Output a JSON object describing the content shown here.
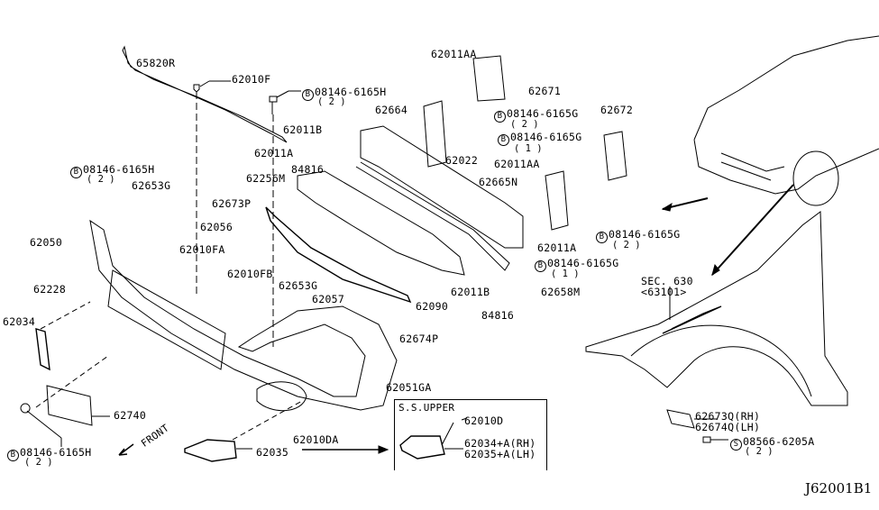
{
  "diagram": {
    "code": "J62001B1",
    "front_label": "FRONT",
    "inset": {
      "title": "S.S.UPPER",
      "parts": [
        "62010D",
        "62034+A(RH)",
        "62035+A(LH)"
      ]
    },
    "section_ref": {
      "line1": "SEC. 630",
      "line2": "<63101>"
    },
    "parts": {
      "p65820R": "65820R",
      "p62010F": "62010F",
      "b_top": "08146-6165H",
      "b_top_q": "( 2 )",
      "p62011B_a": "62011B",
      "p62011A_a": "62011A",
      "p62256M": "62256M",
      "p84816_a": "84816",
      "b_left": "08146-6165H",
      "b_left_q": "( 2 )",
      "p62653G_a": "62653G",
      "p62673P": "62673P",
      "p62056": "62056",
      "p62050": "62050",
      "p62010FA": "62010FA",
      "p62010FB": "62010FB",
      "p62653G_b": "62653G",
      "p62057": "62057",
      "p62228": "62228",
      "p62034": "62034",
      "p62674P": "62674P",
      "p62051GA": "62051GA",
      "p62740": "62740",
      "p62010DA": "62010DA",
      "p62035": "62035",
      "b_bottom": "08146-6165H",
      "b_bottom_q": "( 2 )",
      "p62011AA_a": "62011AA",
      "p62671": "62671",
      "p62664": "62664",
      "b_g2": "08146-6165G",
      "b_g2_q": "( 2 )",
      "b_g1": "08146-6165G",
      "b_g1_q": "( 1 )",
      "p62672": "62672",
      "p62022": "62022",
      "p62011AA_b": "62011AA",
      "p62665N": "62665N",
      "p62011A_b": "62011A",
      "b_g2b": "08146-6165G",
      "b_g2b_q": "( 2 )",
      "b_g1b": "08146-6165G",
      "b_g1b_q": "( 1 )",
      "p62011B_b": "62011B",
      "p62090": "62090",
      "p62658M": "62658M",
      "p84816_b": "84816",
      "p62673Q": "62673Q(RH)",
      "p62674Q": "62674Q(LH)",
      "s_screw": "08566-6205A",
      "s_screw_q": "( 2 )"
    },
    "symbols": {
      "bolt_prefix": "B",
      "screw_prefix": "S"
    }
  }
}
